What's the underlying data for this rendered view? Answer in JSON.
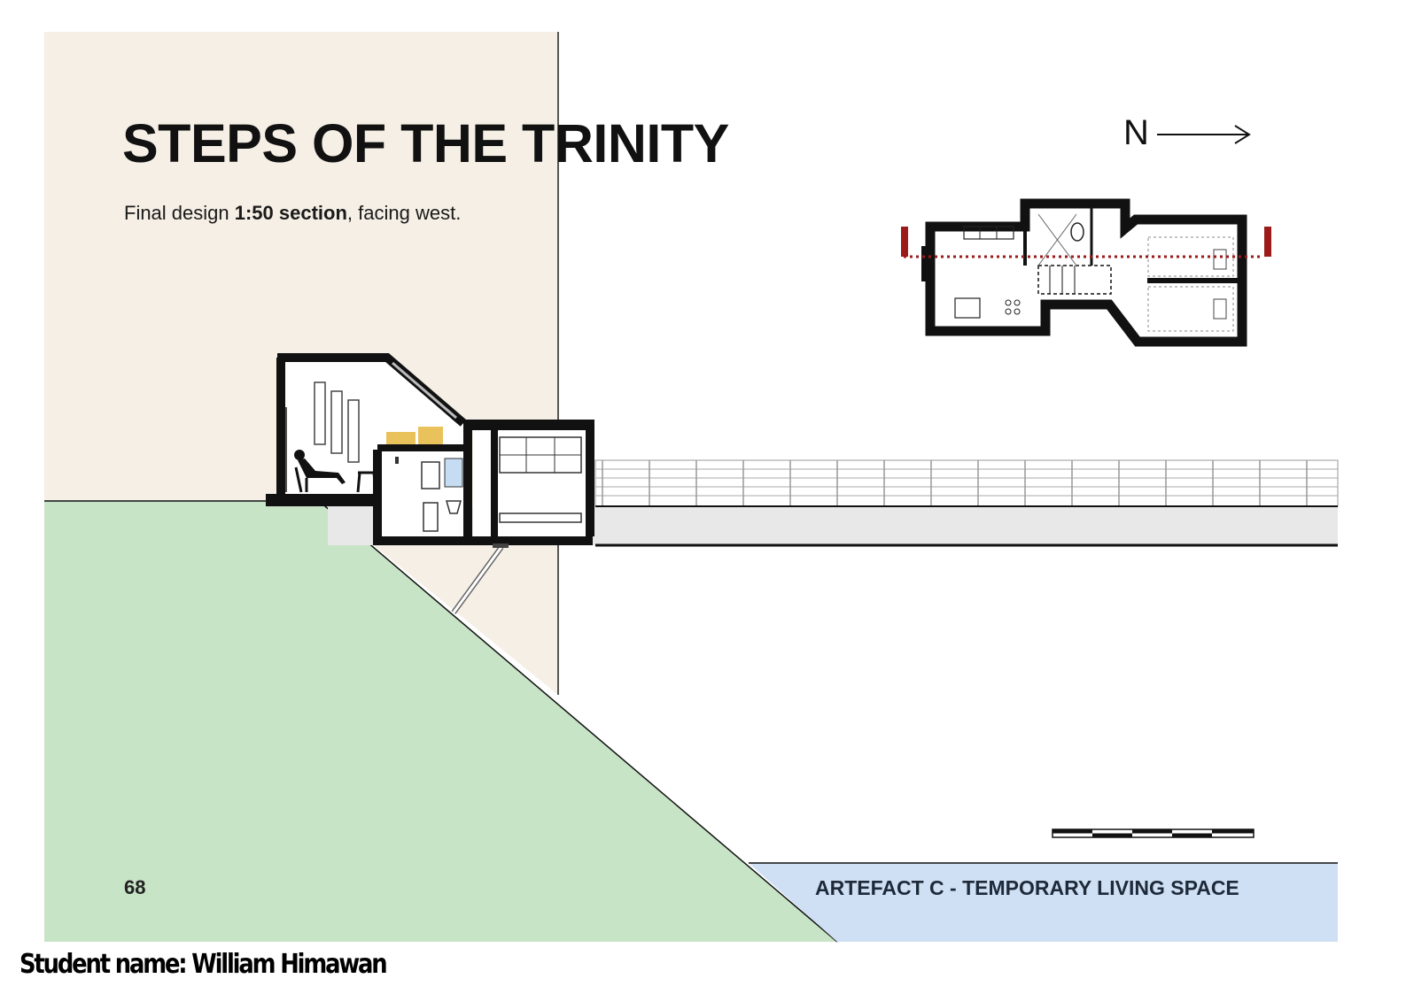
{
  "title": "STEPS OF THE TRINITY",
  "subtitle": {
    "prefix": "Final design ",
    "emphasis": "1:50 section",
    "suffix": ", facing west."
  },
  "north_label": "N",
  "page_number": "68",
  "artefact_label": "ARTEFACT C - TEMPORARY LIVING SPACE",
  "student_name": "Student name: William Himawan",
  "colors": {
    "cream_panel": "#f5efe5",
    "slope_green": "#c8e4c6",
    "water_blue": "#cfe0f4",
    "section_red": "#9b1b1b",
    "box_yellow": "#eac25c",
    "glass_blue": "#c6dcf2"
  },
  "icons": [
    "north-arrow-icon",
    "scale-bar-icon",
    "chair-figure-icon",
    "toilet-icon",
    "sink-icon",
    "bed-icon"
  ]
}
